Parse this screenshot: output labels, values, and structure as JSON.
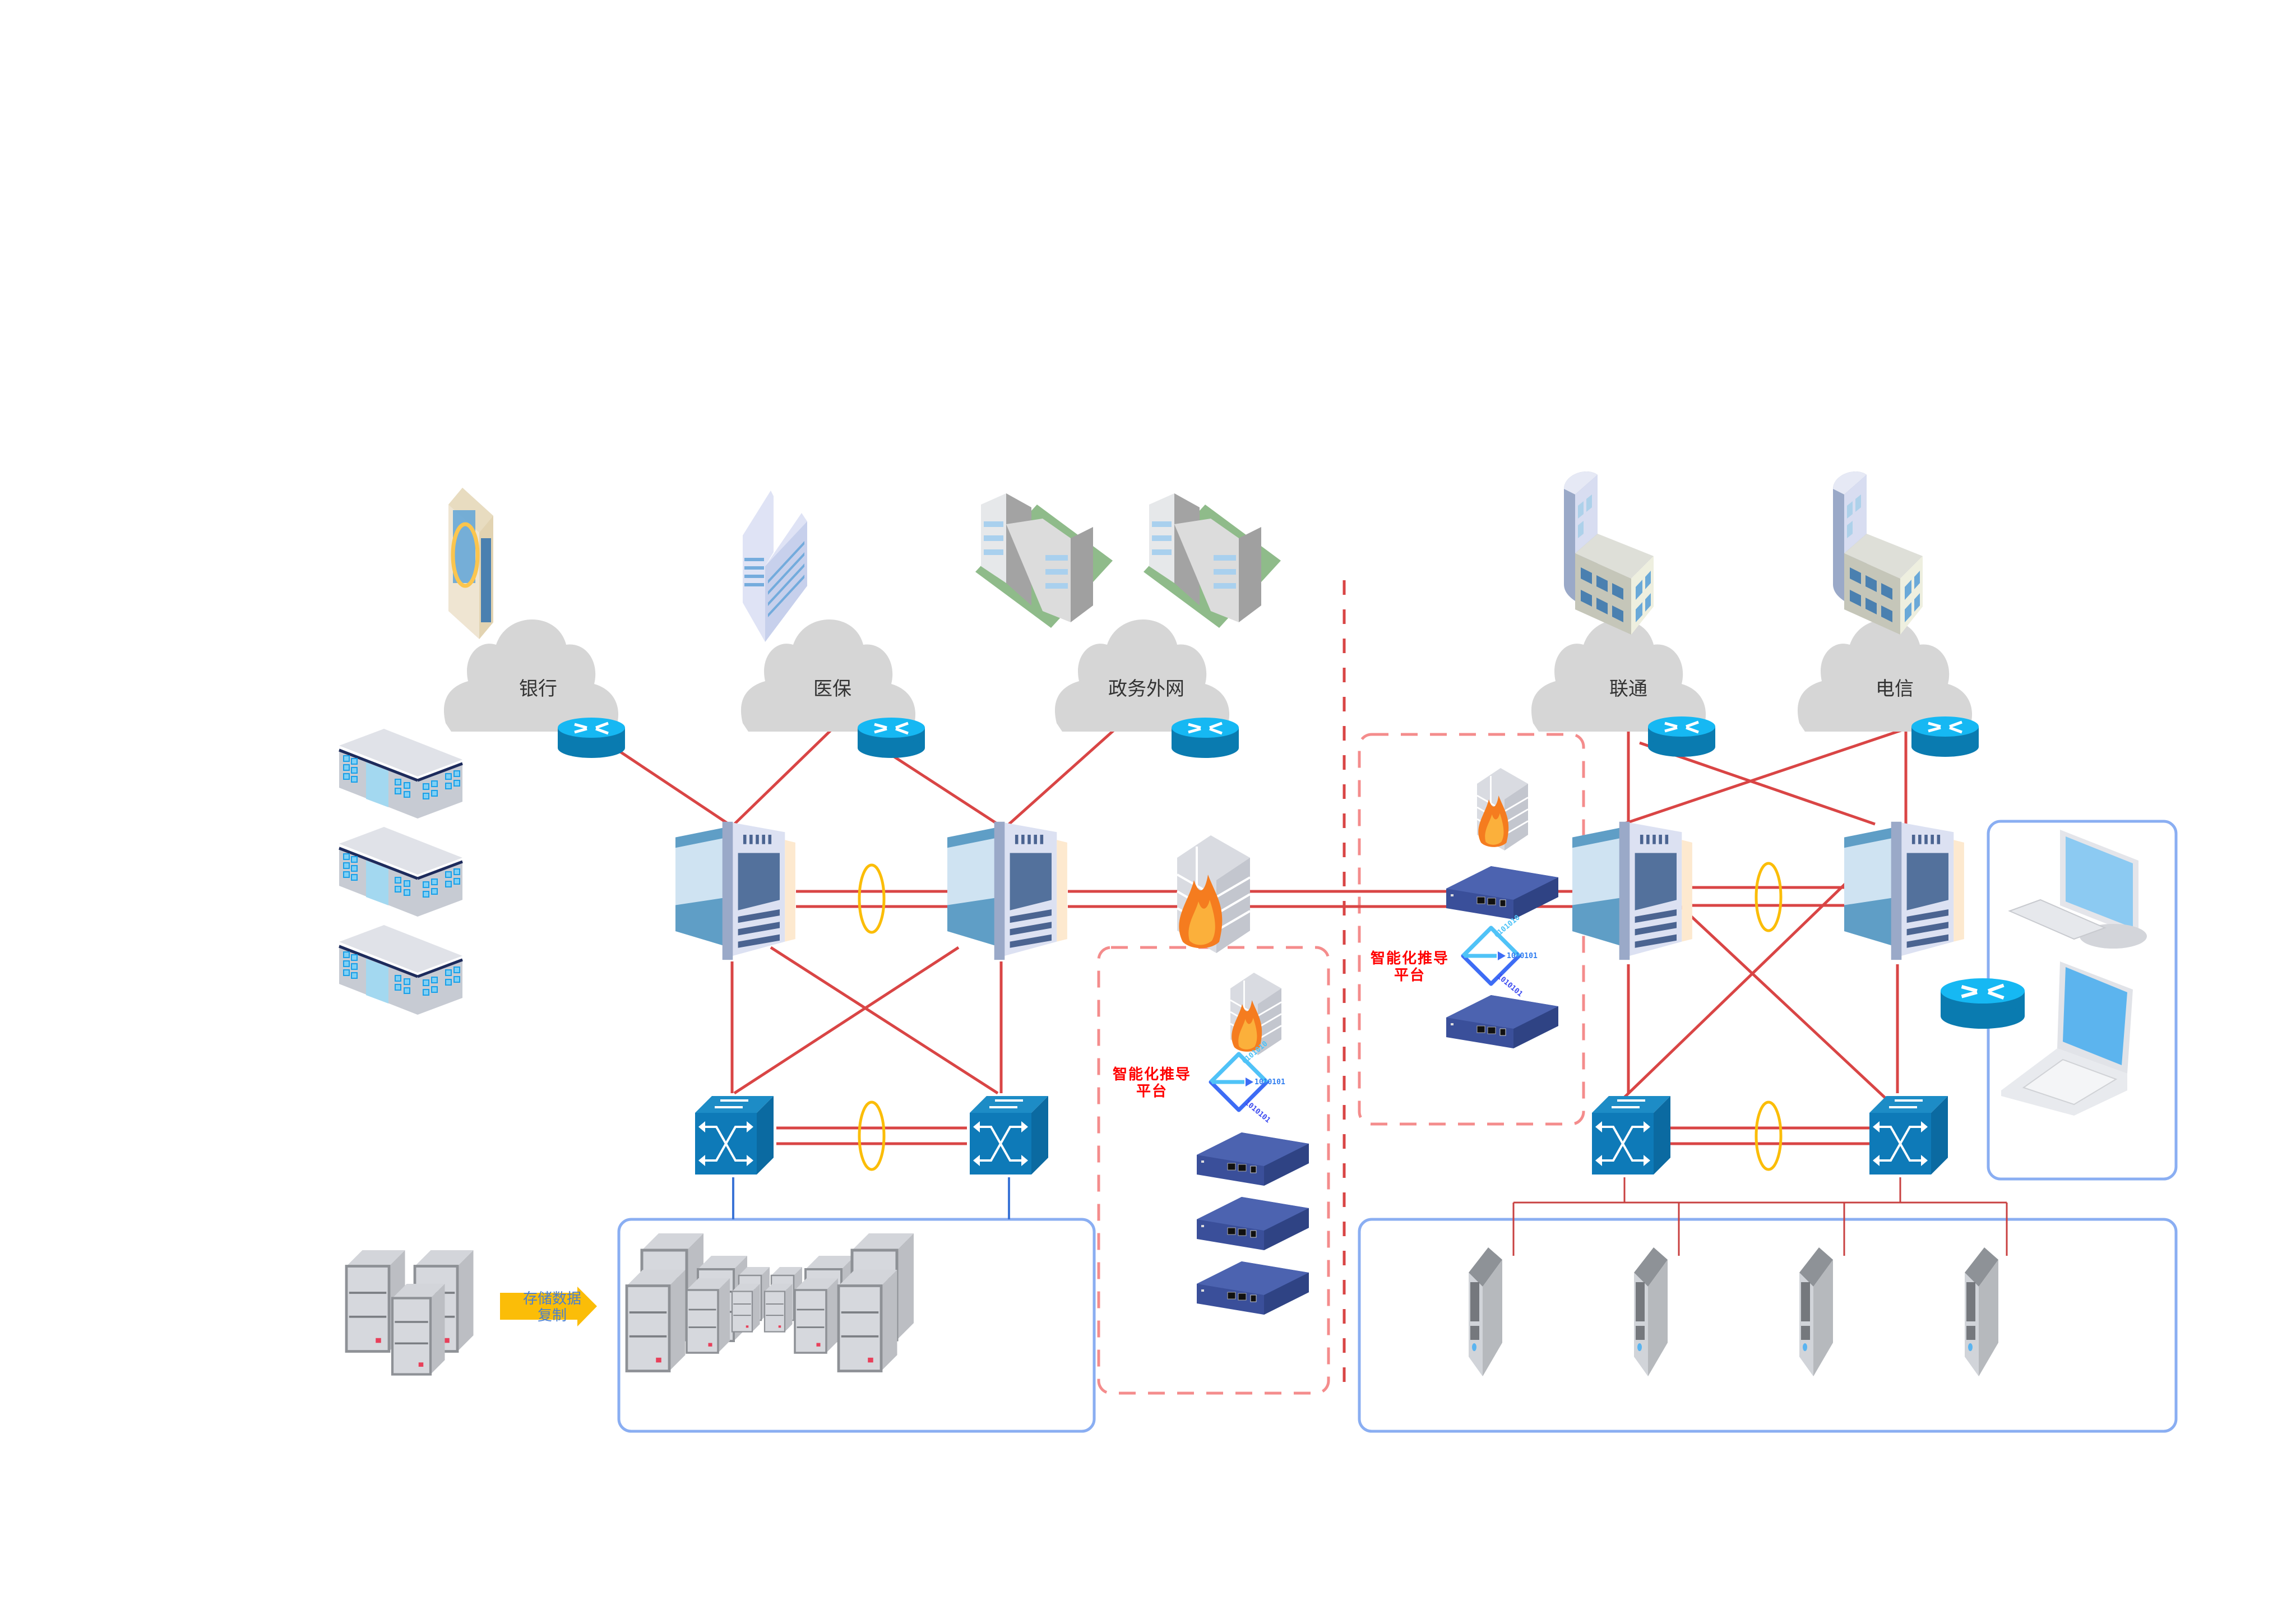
{
  "diagram": {
    "title": "",
    "colors": {
      "link": "#d94545",
      "lag_ring": "#fbbd08",
      "zone_blue": "#8aaef2",
      "zone_dashed": "#f48c8c",
      "cloud": "#d6d6d6",
      "router": "#0a7bb0",
      "switch": "#0e7ab8",
      "security_device": "#3a4f9a",
      "platform_text": "#ff0000",
      "arrow": "#fbbd08"
    },
    "clouds": [
      {
        "id": "bank",
        "label": "银行",
        "icon": "bank-building-icon"
      },
      {
        "id": "medical",
        "label": "医保",
        "icon": "office-building-icon"
      },
      {
        "id": "gov",
        "label": "政务外网",
        "icon": "government-buildings-icon"
      },
      {
        "id": "unicom",
        "label": "联通",
        "icon": "tower-building-icon"
      },
      {
        "id": "telecom",
        "label": "电信",
        "icon": "tower-building-icon"
      }
    ],
    "left_buildings": [
      {
        "icon": "branch-office-building-icon"
      },
      {
        "icon": "branch-office-building-icon"
      },
      {
        "icon": "branch-office-building-icon"
      }
    ],
    "platform_zones": [
      {
        "id": "left-security-zone",
        "label_line1": "智能化推导",
        "label_line2": "平台",
        "devices": [
          "firewall",
          "platform",
          "security-appliance",
          "security-appliance",
          "security-appliance"
        ]
      },
      {
        "id": "right-security-zone",
        "label_line1": "智能化推导",
        "label_line2": "平台",
        "devices": [
          "firewall",
          "security-appliance",
          "platform",
          "security-appliance"
        ]
      }
    ],
    "binary_text": [
      "1010101",
      "0101010",
      "1010",
      "0101"
    ],
    "storage_arrow": {
      "line1": "存储数据",
      "line2": "复制"
    },
    "core_left": {
      "servers": 2,
      "switches": 2
    },
    "core_right": {
      "servers": 2,
      "switches": 2
    },
    "server_farm_right": {
      "count": 4
    },
    "client_zone": {
      "devices": [
        "desktop-computer",
        "laptop"
      ]
    }
  }
}
